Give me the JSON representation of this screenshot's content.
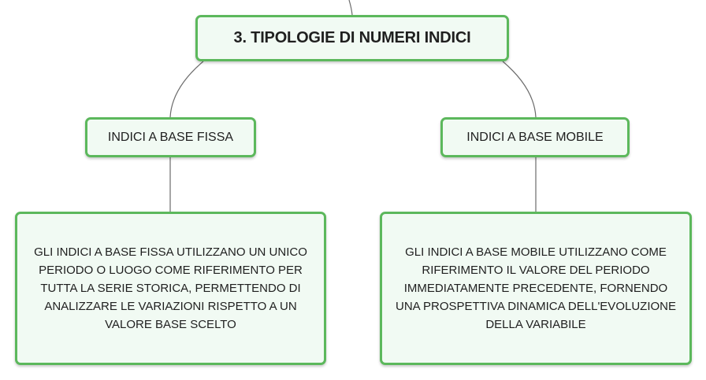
{
  "diagram": {
    "title": "3. TIPOLOGIE DI NUMERI INDICI",
    "branches": [
      {
        "label": "INDICI A BASE FISSA",
        "description": "GLI INDICI A BASE FISSA UTILIZZANO UN UNICO PERIODO O LUOGO COME RIFERIMENTO PER TUTTA LA SERIE STORICA, PERMETTENDO DI ANALIZZARE LE VARIAZIONI RISPETTO A UN VALORE BASE SCELTO"
      },
      {
        "label": "INDICI A BASE MOBILE",
        "description": "GLI INDICI A BASE MOBILE UTILIZZANO COME RIFERIMENTO IL VALORE DEL PERIODO IMMEDIATAMENTE PRECEDENTE, FORNENDO UNA PROSPETTIVA DINAMICA DELL'EVOLUZIONE DELLA VARIABILE"
      }
    ],
    "colors": {
      "node_border": "#5cb85c",
      "node_fill": "#f1faf3",
      "connector": "#6b6b6b",
      "text": "#1f1f1f"
    }
  }
}
